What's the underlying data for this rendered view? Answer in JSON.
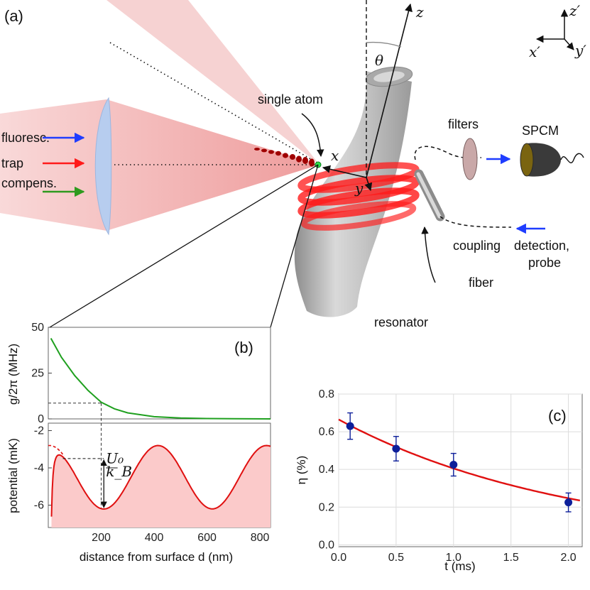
{
  "panel_a": {
    "label": "(a)",
    "beams": {
      "fluoresc": "fluoresc.",
      "trap": "trap",
      "compens": "compens."
    },
    "single_atom": "single atom",
    "filters": "filters",
    "spcm": "SPCM",
    "detection_probe": "detection, probe",
    "coupling_fiber": "coupling fiber",
    "resonator": "resonator",
    "axes": {
      "x": "x",
      "y": "y",
      "z": "z",
      "theta": "θ",
      "xp": "x′",
      "yp": "y′",
      "zp": "z′"
    },
    "colors": {
      "fluoresc": "#1f3dff",
      "trap": "#ff1a1a",
      "compens": "#2e9a1e",
      "beam": "#f2b8b8",
      "lens": "#b7cdef"
    }
  },
  "chart_data": [
    {
      "panel": "(b)",
      "type": "line",
      "ylabel": "g/2π (MHz)",
      "xlim": [
        0,
        840
      ],
      "ylim": [
        0,
        50
      ],
      "yticks": [
        0,
        25,
        50
      ],
      "marker": {
        "x": 200,
        "y": 8.6
      },
      "series": [
        {
          "color": "#1fa01f",
          "x": [
            10,
            50,
            100,
            150,
            200,
            250,
            300,
            400,
            500,
            600,
            700,
            840
          ],
          "y": [
            44,
            33.6,
            23.6,
            15.6,
            9.1,
            5.5,
            3.3,
            1.2,
            0.5,
            0.2,
            0.1,
            0.0
          ]
        }
      ]
    },
    {
      "panel": "(b)",
      "type": "area",
      "ylabel": "potential (mK)",
      "xlabel": "distance from surface d (nm)",
      "xlim": [
        0,
        840
      ],
      "ylim": [
        -7.2,
        -1.6
      ],
      "yticks": [
        -6,
        -4,
        -2
      ],
      "xticks": [
        200,
        400,
        600,
        800
      ],
      "annotation": "U0/kB",
      "color": "#e01010",
      "fill": "#fbcaca",
      "barrier": -3.5,
      "minimum": -6.2
    },
    {
      "panel": "(c)",
      "type": "scatter",
      "xlabel": "t (ms)",
      "ylabel": "η (%)",
      "xlim": [
        0,
        2.12
      ],
      "ylim": [
        -0.01,
        0.8
      ],
      "xticks": [
        "0.0",
        "0.5",
        "1.0",
        "1.5",
        "2.0"
      ],
      "yticks": [
        "0.0",
        "0.2",
        "0.4",
        "0.6",
        "0.8"
      ],
      "points": [
        {
          "x": 0.1,
          "y": 0.63,
          "err": 0.07
        },
        {
          "x": 0.5,
          "y": 0.51,
          "err": 0.065
        },
        {
          "x": 1.0,
          "y": 0.425,
          "err": 0.06
        },
        {
          "x": 2.0,
          "y": 0.225,
          "err": 0.05
        }
      ],
      "fit": {
        "color": "#e01010",
        "y0": 0.665,
        "tau": 2.02
      },
      "marker_color": "#0d1f9a"
    }
  ]
}
